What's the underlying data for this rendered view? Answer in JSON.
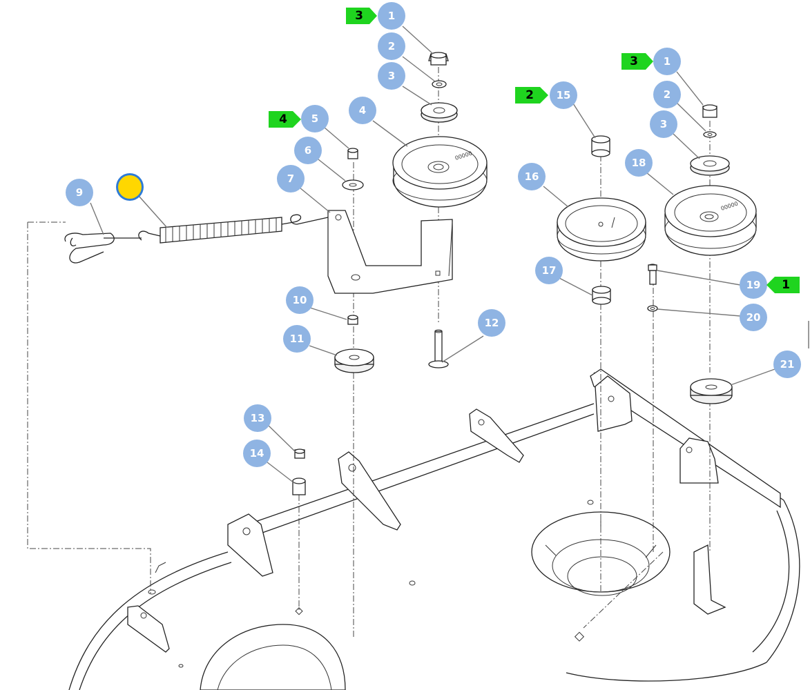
{
  "diagram": {
    "callouts": [
      {
        "label": "1"
      },
      {
        "label": "2"
      },
      {
        "label": "3"
      },
      {
        "label": "4"
      },
      {
        "label": "5"
      },
      {
        "label": "6"
      },
      {
        "label": "7"
      },
      {
        "label": "9"
      },
      {
        "label": "10"
      },
      {
        "label": "11"
      },
      {
        "label": "12"
      },
      {
        "label": "13"
      },
      {
        "label": "14"
      },
      {
        "label": "1"
      },
      {
        "label": "2"
      },
      {
        "label": "3"
      },
      {
        "label": "15"
      },
      {
        "label": "16"
      },
      {
        "label": "17"
      },
      {
        "label": "18"
      },
      {
        "label": "19"
      },
      {
        "label": "20"
      },
      {
        "label": "21"
      }
    ],
    "flags": [
      {
        "label": "3"
      },
      {
        "label": "4"
      },
      {
        "label": "2"
      },
      {
        "label": "3"
      },
      {
        "label": "1"
      }
    ],
    "marker_color": "#ffd700",
    "bubble_color": "#8fb4e3",
    "flag_color": "#1fd41f"
  }
}
